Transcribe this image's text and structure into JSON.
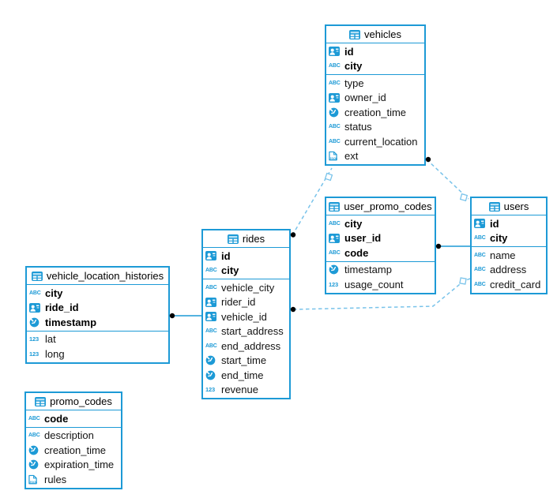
{
  "diagram": {
    "colors": {
      "accent": "#1d9ad6",
      "dashed_line": "#79c3ea",
      "connector_dot": "#000000",
      "background": "#ffffff"
    },
    "icons": {
      "text_label": "ABC",
      "number_label": "123",
      "json_label": "JSON"
    },
    "tables": [
      {
        "name": "vehicles",
        "primary_fields": [
          {
            "name": "id",
            "type": "id"
          },
          {
            "name": "city",
            "type": "text"
          }
        ],
        "fields": [
          {
            "name": "type",
            "type": "text"
          },
          {
            "name": "owner_id",
            "type": "id"
          },
          {
            "name": "creation_time",
            "type": "time"
          },
          {
            "name": "status",
            "type": "text"
          },
          {
            "name": "current_location",
            "type": "text"
          },
          {
            "name": "ext",
            "type": "json"
          }
        ]
      },
      {
        "name": "user_promo_codes",
        "primary_fields": [
          {
            "name": "city",
            "type": "text"
          },
          {
            "name": "user_id",
            "type": "id"
          },
          {
            "name": "code",
            "type": "text"
          }
        ],
        "fields": [
          {
            "name": "timestamp",
            "type": "time"
          },
          {
            "name": "usage_count",
            "type": "number"
          }
        ]
      },
      {
        "name": "users",
        "primary_fields": [
          {
            "name": "id",
            "type": "id"
          },
          {
            "name": "city",
            "type": "text"
          }
        ],
        "fields": [
          {
            "name": "name",
            "type": "text"
          },
          {
            "name": "address",
            "type": "text"
          },
          {
            "name": "credit_card",
            "type": "text"
          }
        ]
      },
      {
        "name": "rides",
        "primary_fields": [
          {
            "name": "id",
            "type": "id"
          },
          {
            "name": "city",
            "type": "text"
          }
        ],
        "fields": [
          {
            "name": "vehicle_city",
            "type": "text"
          },
          {
            "name": "rider_id",
            "type": "id"
          },
          {
            "name": "vehicle_id",
            "type": "id"
          },
          {
            "name": "start_address",
            "type": "text"
          },
          {
            "name": "end_address",
            "type": "text"
          },
          {
            "name": "start_time",
            "type": "time"
          },
          {
            "name": "end_time",
            "type": "time"
          },
          {
            "name": "revenue",
            "type": "number"
          }
        ]
      },
      {
        "name": "vehicle_location_histories",
        "primary_fields": [
          {
            "name": "city",
            "type": "text"
          },
          {
            "name": "ride_id",
            "type": "id"
          },
          {
            "name": "timestamp",
            "type": "time"
          }
        ],
        "fields": [
          {
            "name": "lat",
            "type": "number"
          },
          {
            "name": "long",
            "type": "number"
          }
        ]
      },
      {
        "name": "promo_codes",
        "primary_fields": [
          {
            "name": "code",
            "type": "text"
          }
        ],
        "fields": [
          {
            "name": "description",
            "type": "text"
          },
          {
            "name": "creation_time",
            "type": "time"
          },
          {
            "name": "expiration_time",
            "type": "time"
          },
          {
            "name": "rules",
            "type": "json"
          }
        ]
      }
    ],
    "relationships": [
      {
        "from": "vehicle_location_histories",
        "to": "rides",
        "style": "solid"
      },
      {
        "from": "user_promo_codes",
        "to": "users",
        "style": "solid"
      },
      {
        "from": "rides",
        "to": "vehicles",
        "style": "dashed"
      },
      {
        "from": "vehicles",
        "to": "users",
        "style": "dashed"
      },
      {
        "from": "rides",
        "to": "users",
        "style": "dashed"
      }
    ]
  }
}
